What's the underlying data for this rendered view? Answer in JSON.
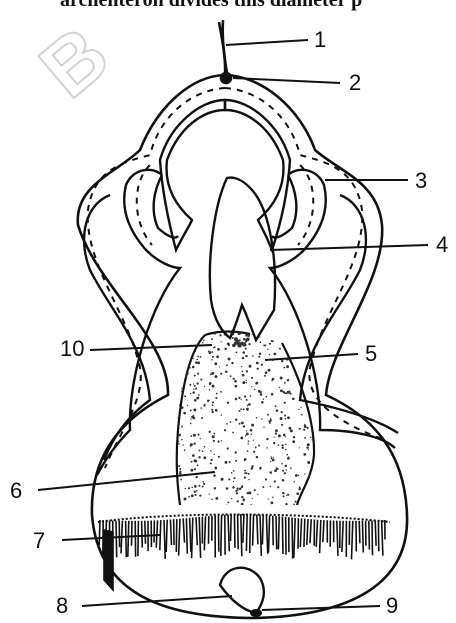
{
  "header_fragment": "archenteron divides this diameter p",
  "watermark": "B",
  "labels": {
    "l1": "1",
    "l2": "2",
    "l3": "3",
    "l4": "4",
    "l5": "5",
    "l6": "6",
    "l7": "7",
    "l8": "8",
    "l9": "9",
    "l10": "10"
  }
}
